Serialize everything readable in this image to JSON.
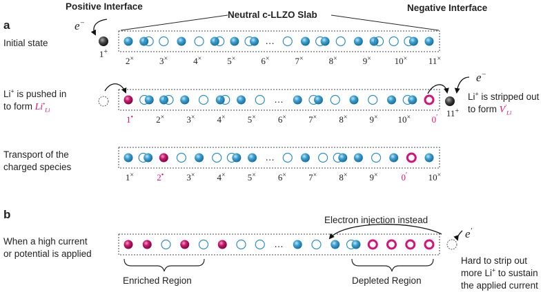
{
  "panels": {
    "a": "a",
    "b": "b"
  },
  "headers": {
    "positive": "Positive Interface",
    "slab": "Neutral c-LLZO  Slab",
    "negative": "Negative Interface"
  },
  "row_labels": {
    "initial": "Initial state",
    "pushed_1": "Li",
    "pushed_1_sup": "+",
    "pushed_1b": " is pushed in",
    "pushed_2": "to form ",
    "pushed_math": "Li",
    "pushed_math_sup": "•",
    "pushed_math_sub": "Li",
    "stripped_1": "Li",
    "stripped_1_sup": "+",
    "stripped_1b": " is stripped out",
    "stripped_2": "to form ",
    "stripped_math": "V",
    "stripped_math_sup": "′",
    "stripped_math_sub": "Li",
    "transport_1": "Transport of the",
    "transport_2": "charged species",
    "high_1": "When a high current",
    "high_2": "or potential is applied",
    "hard_1": "Hard to strip out",
    "hard_2": "more Li",
    "hard_2_sup": "+",
    "hard_2b": " to sustain",
    "hard_3": "the applied current",
    "injection": "Electron injection instead",
    "enriched": "Enriched Region",
    "depleted": "Depleted Region"
  },
  "electrons": {
    "e_minus": "e",
    "e_minus_sup": "−",
    "e_prime": "e",
    "e_prime_sup": "′"
  },
  "dots": "…",
  "rows": {
    "initial": {
      "sites": [
        "b",
        "bo",
        "o",
        "b",
        "o",
        "bo",
        "b",
        "ob",
        "o",
        "b",
        "ob",
        "o",
        "b",
        "bo",
        "o",
        "ob",
        "b"
      ],
      "labels": [
        "2",
        "3",
        "4",
        "5",
        "6",
        "7",
        "8",
        "9",
        "10",
        "11"
      ],
      "label_sups": [
        "×",
        "×",
        "×",
        "×",
        "×",
        "×",
        "×",
        "×",
        "×",
        "×"
      ],
      "outside_left": "1",
      "outside_left_sup": "+"
    },
    "pushed": {
      "sites": [
        "pk",
        "ob",
        "bo",
        "b",
        "o",
        "bo",
        "b",
        "o",
        "b",
        "ob",
        "o",
        "b",
        "o",
        "b",
        "ob",
        "pr"
      ],
      "labels": [
        "1",
        "2",
        "3",
        "4",
        "5",
        "6",
        "7",
        "8",
        "9",
        "10",
        "0"
      ],
      "label_sups": [
        "•",
        "×",
        "×",
        "×",
        "×",
        "×",
        "×",
        "×",
        "×",
        "×",
        "′"
      ],
      "outside_right": "11",
      "outside_right_sup": "+"
    },
    "transport": {
      "sites": [
        "b",
        "ob",
        "pk",
        "o",
        "b",
        "o",
        "ob",
        "b",
        "o",
        "b",
        "o",
        "ob",
        "b",
        "o",
        "b",
        "pr",
        "b"
      ],
      "labels": [
        "1",
        "2",
        "3",
        "4",
        "5",
        "6",
        "7",
        "8",
        "9",
        "0",
        "10"
      ],
      "label_sups": [
        "×",
        "•",
        "×",
        "×",
        "×",
        "×",
        "×",
        "×",
        "×",
        "′",
        "×"
      ]
    },
    "high": {
      "sites": [
        "pk",
        "pk",
        "o",
        "pk",
        "o",
        "pk",
        "o",
        "o",
        "b",
        "o",
        "b",
        "ob",
        "pr",
        "pr",
        "pr",
        "pr"
      ]
    }
  },
  "colors": {
    "lithium": "#2b8fc4",
    "pink": "#d6127a",
    "electron": "#333333"
  }
}
